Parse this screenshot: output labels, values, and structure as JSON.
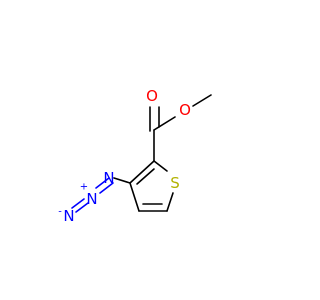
{
  "molecule": {
    "atoms": {
      "o_methoxy": "O",
      "o_carbonyl": "O",
      "sulfur": "S",
      "n_inner": "N",
      "n_middle": "N",
      "n_outer": "N",
      "n_middle_charge": "+",
      "n_outer_charge": "-"
    }
  },
  "colors": {
    "bond": "#000000",
    "oxygen": "#ff0000",
    "nitrogen": "#0000ff",
    "sulfur": "#b2b200",
    "background": "#ffffff"
  }
}
